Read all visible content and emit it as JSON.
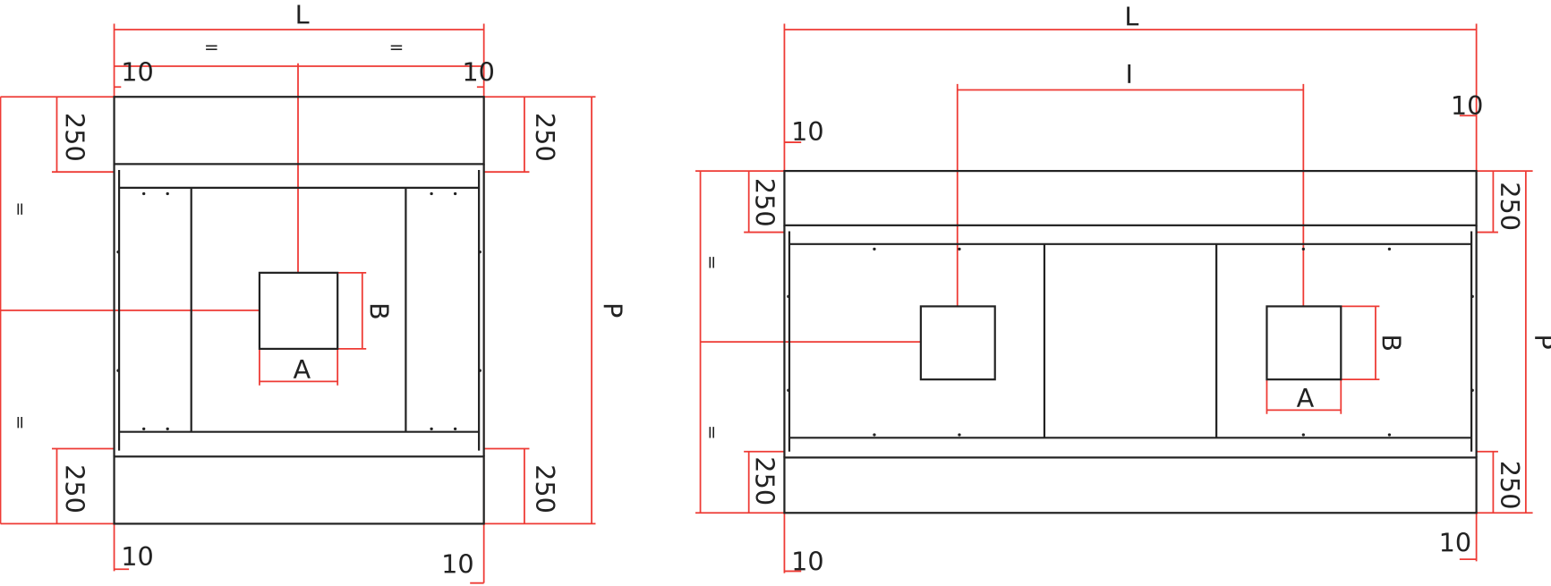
{
  "colors": {
    "dimension": "#ee3a34",
    "outline": "#222222"
  },
  "left_view": {
    "length_label": "L",
    "equal_top_left": "=",
    "equal_top_right": "=",
    "equal_side_top": "=",
    "equal_side_bottom": "=",
    "edge_top_left": "10",
    "edge_top_right": "10",
    "edge_bottom_left": "10",
    "edge_bottom_right": "10",
    "band_top_left": "250",
    "band_top_right": "250",
    "band_bottom_left": "250",
    "band_bottom_right": "250",
    "opening_width": "A",
    "opening_height": "B",
    "depth_label": "P"
  },
  "right_view": {
    "length_label": "L",
    "spacing_label": "I",
    "equal_side_top": "=",
    "equal_side_bottom": "=",
    "edge_top_left": "10",
    "edge_top_right": "10",
    "edge_bottom_left": "10",
    "edge_bottom_right": "10",
    "band_top_left": "250",
    "band_top_right": "250",
    "band_bottom_left": "250",
    "band_bottom_right": "250",
    "opening_width": "A",
    "opening_height": "B",
    "depth_label": "P"
  }
}
